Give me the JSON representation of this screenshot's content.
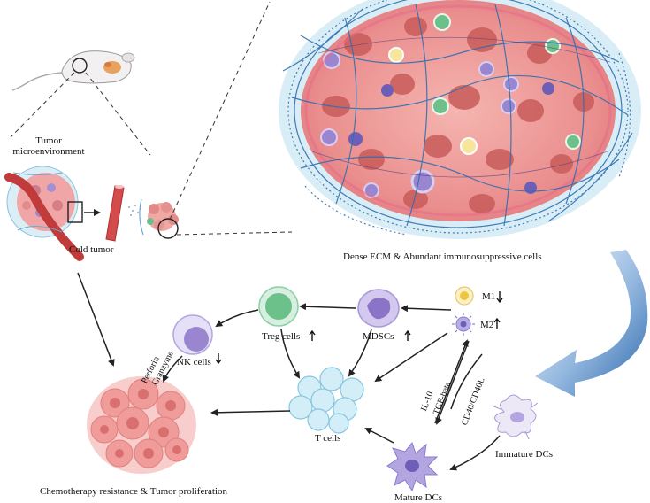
{
  "labels": {
    "tumor_microenvironment": "Tumor microenvironment",
    "cold_tumor": "Cold tumor",
    "dense_ecm": "Dense ECM & Abundant immunosuppressive cells",
    "treg_cells": "Treg cells",
    "mdscs": "MDSCs",
    "m1": "M1",
    "m2": "M2",
    "nk_cells": "NK cells",
    "perforin": "Perforin",
    "granzyme": "Granzyme",
    "t_cells": "T cells",
    "il10": "IL-10",
    "tgf_beta": "TGF-beta",
    "cd40": "CD40/CD40L",
    "immature_dcs": "Immature DCs",
    "mature_dcs": "Mature DCs",
    "chemo": "Chemotherapy resistance & Tumor proliferation"
  },
  "colors": {
    "tumor_pink": "#f2a2a0",
    "tumor_dark": "#c85c5a",
    "ecm_blue": "#2f6fb0",
    "treg_green": "#6cc08a",
    "purple_cell": "#9a86d0",
    "t_cell_blue": "#bfe3f2",
    "arrow_blue": "#1f5fa6",
    "dark_arrow": "#222222"
  }
}
